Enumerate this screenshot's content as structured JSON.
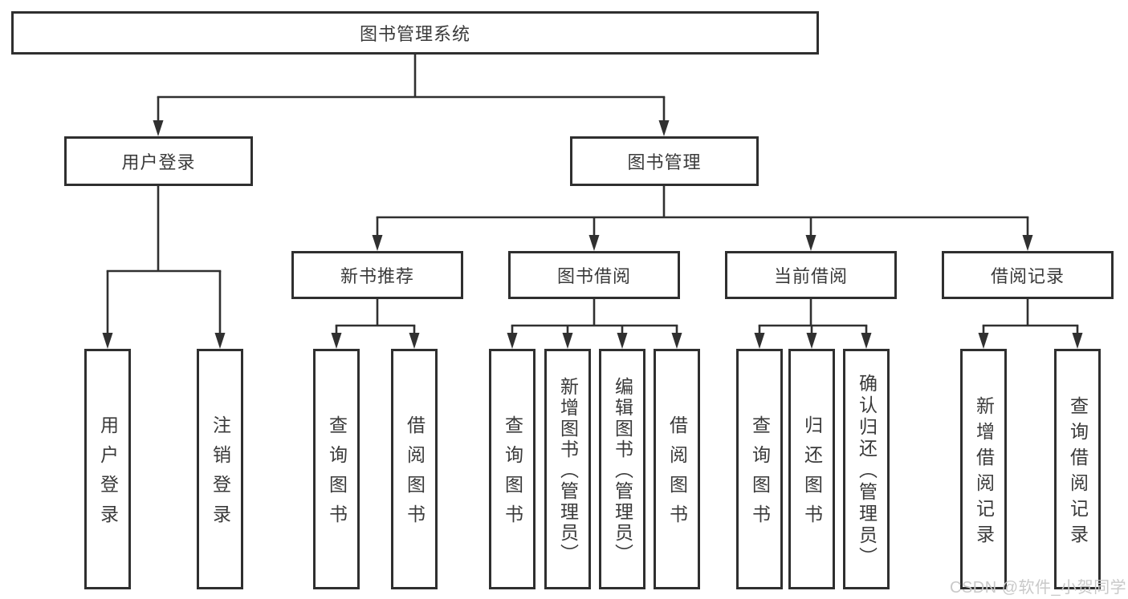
{
  "root": {
    "label": "图书管理系统"
  },
  "level2": {
    "user_login": {
      "label": "用户登录",
      "children": [
        {
          "label": "用户登录"
        },
        {
          "label": "注销登录"
        }
      ]
    },
    "book_management": {
      "label": "图书管理",
      "sections": [
        {
          "label": "新书推荐",
          "children": [
            {
              "label": "查询图书"
            },
            {
              "label": "借阅图书"
            }
          ]
        },
        {
          "label": "图书借阅",
          "children": [
            {
              "label": "查询图书"
            },
            {
              "label": "新增图书（管理员）"
            },
            {
              "label": "编辑图书（管理员）"
            },
            {
              "label": "借阅图书"
            }
          ]
        },
        {
          "label": "当前借阅",
          "children": [
            {
              "label": "查询图书"
            },
            {
              "label": "归还图书"
            },
            {
              "label": "确认归还（管理员）"
            }
          ]
        },
        {
          "label": "借阅记录",
          "children": [
            {
              "label": "新增借阅记录"
            },
            {
              "label": "查询借阅记录"
            }
          ]
        }
      ]
    }
  },
  "watermark": "CSDN @软件_小贺同学",
  "colors": {
    "line": "#303030",
    "node_border": "#2f2f2f",
    "text": "#3a3a3a",
    "watermark": "#c9c9c9",
    "background": "#ffffff"
  }
}
